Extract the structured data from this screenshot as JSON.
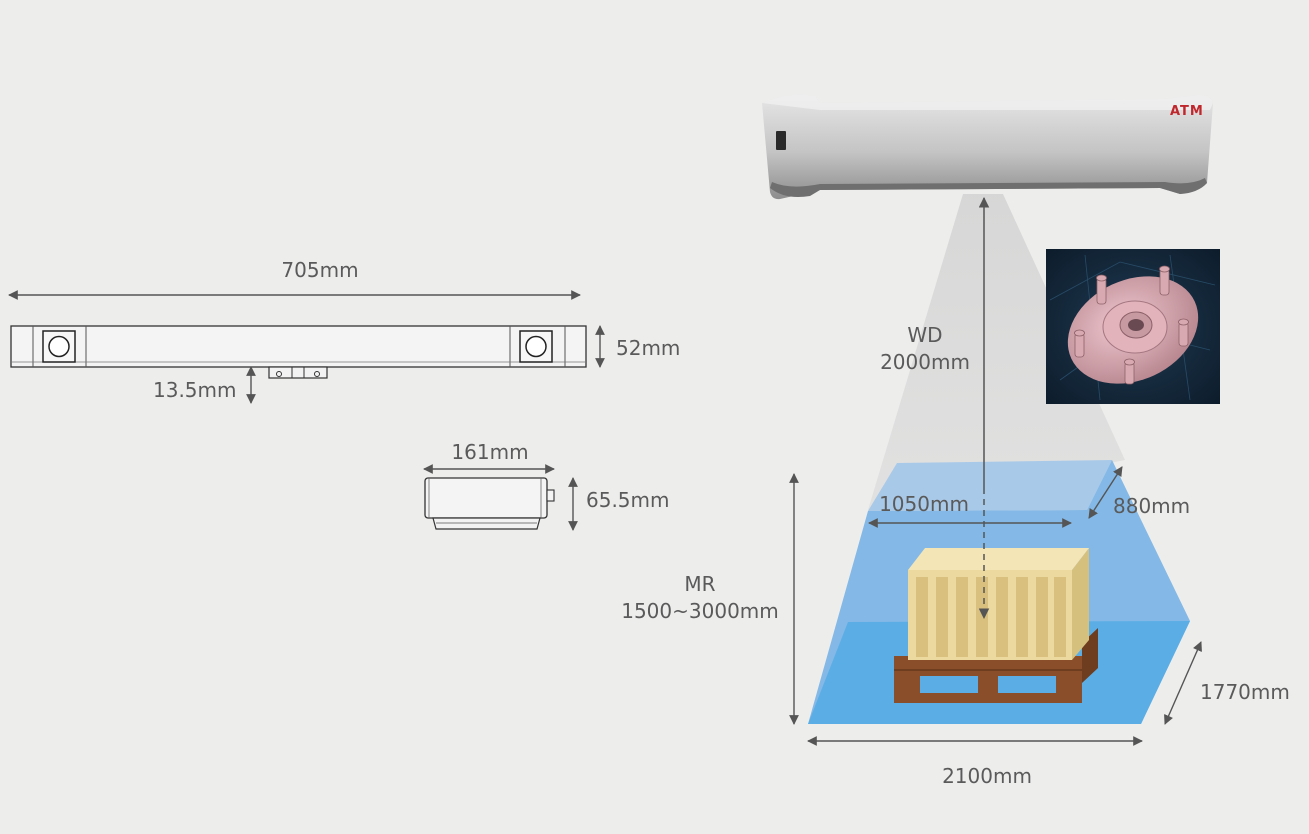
{
  "device": {
    "brand": "ATM"
  },
  "front_view": {
    "width_label": "705mm",
    "height_label": "52mm",
    "mount_label": "13.5mm"
  },
  "side_view": {
    "width_label": "161mm",
    "height_label": "65.5mm"
  },
  "field_of_view": {
    "wd_title": "WD",
    "wd_value": "2000mm",
    "mr_title": "MR",
    "mr_value": "1500~3000mm",
    "near_width_label": "1050mm",
    "near_depth_label": "880mm",
    "far_width_label": "2100mm",
    "far_depth_label": "1770mm"
  },
  "colors": {
    "background": "#ededec",
    "fov_top": "#a9c9e8",
    "fov_front": "#7fb4e4",
    "fov_floor": "#5aace4",
    "crate": "#ecd9a0",
    "pallet": "#8a4f2a",
    "brand_red": "#c0272d"
  },
  "inset": {
    "subject": "scanned wheel hub point cloud"
  }
}
